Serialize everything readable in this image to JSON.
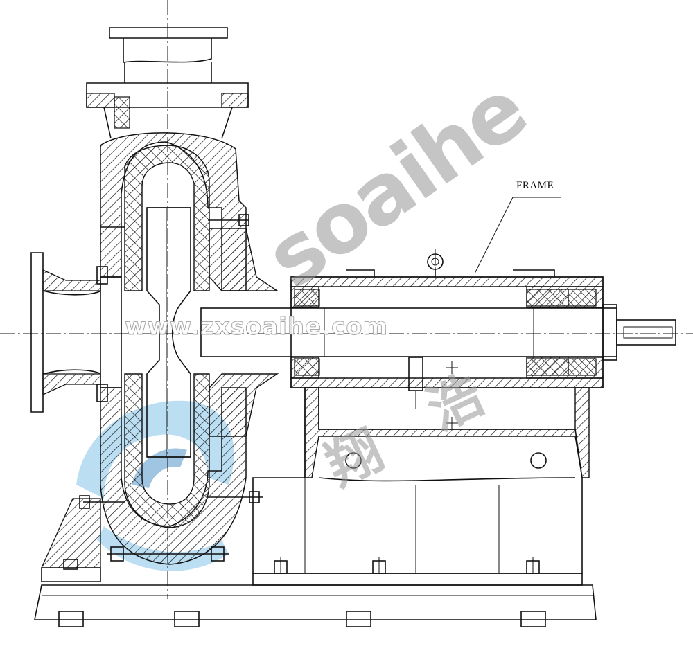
{
  "drawing": {
    "callout_label": "FRAME",
    "line_color": "#111111",
    "hatch_color": "#111111"
  },
  "watermark": {
    "latin": "soaihe",
    "chars": [
      "翔",
      "浩"
    ],
    "url": "www.zxsoaihe.com",
    "logo_color": "#5aaee0",
    "text_color": "#969696"
  }
}
